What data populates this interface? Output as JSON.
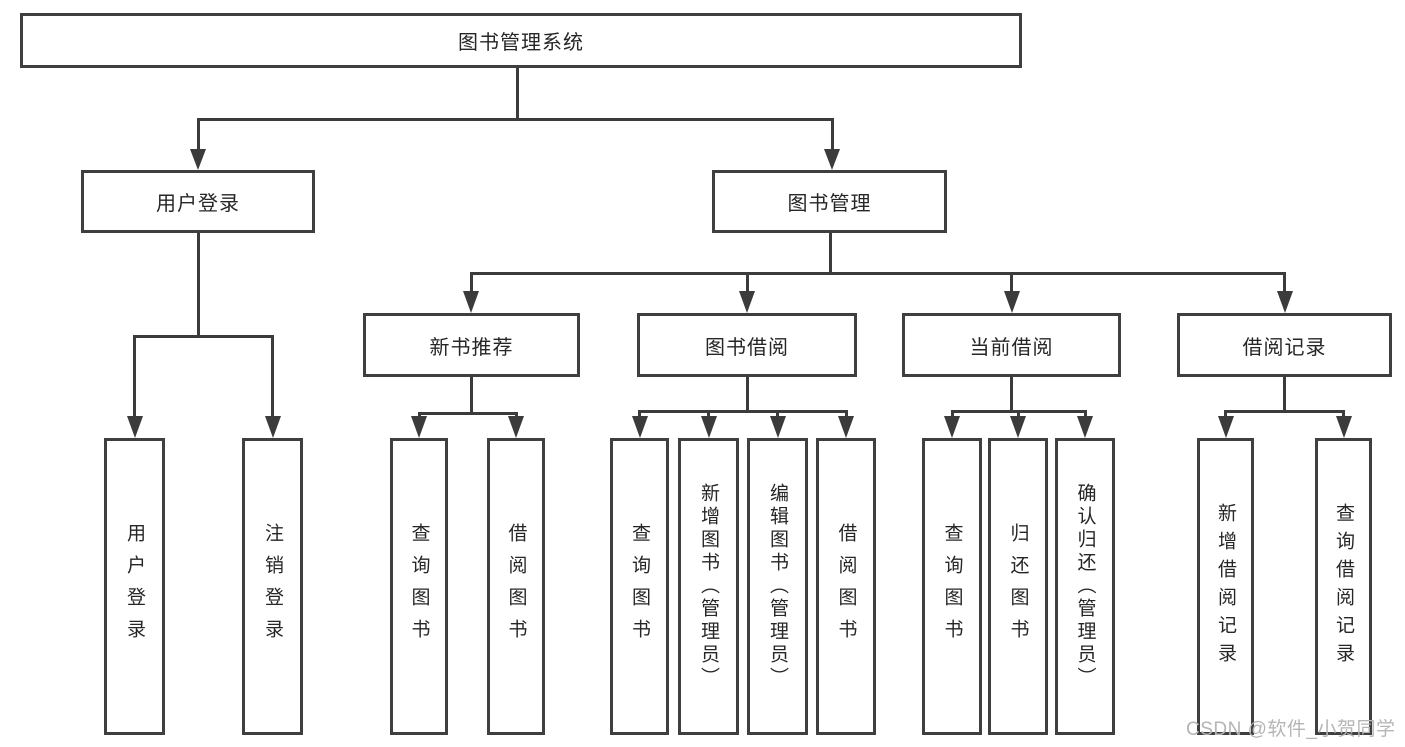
{
  "colors": {
    "line": "#3b3b3b",
    "border": "#3f3f3f",
    "text": "#262626",
    "watermark": "#b5b5b5",
    "bg": "#ffffff"
  },
  "diagram": {
    "type": "tree",
    "root": {
      "label": "图书管理系统"
    },
    "level2": [
      {
        "label": "用户登录",
        "parent": "图书管理系统"
      },
      {
        "label": "图书管理",
        "parent": "图书管理系统"
      }
    ],
    "level3": [
      {
        "label": "新书推荐",
        "parent": "图书管理"
      },
      {
        "label": "图书借阅",
        "parent": "图书管理"
      },
      {
        "label": "当前借阅",
        "parent": "图书管理"
      },
      {
        "label": "借阅记录",
        "parent": "图书管理"
      }
    ],
    "leaves": [
      {
        "label": "用户登录",
        "parent": "用户登录"
      },
      {
        "label": "注销登录",
        "parent": "用户登录"
      },
      {
        "label": "查询图书",
        "parent": "新书推荐"
      },
      {
        "label": "借阅图书",
        "parent": "新书推荐"
      },
      {
        "label": "查询图书",
        "parent": "图书借阅"
      },
      {
        "label": "新增图书（管理员）",
        "parent": "图书借阅"
      },
      {
        "label": "编辑图书（管理员）",
        "parent": "图书借阅"
      },
      {
        "label": "借阅图书",
        "parent": "图书借阅"
      },
      {
        "label": "查询图书",
        "parent": "当前借阅"
      },
      {
        "label": "归还图书",
        "parent": "当前借阅"
      },
      {
        "label": "确认归还（管理员）",
        "parent": "当前借阅"
      },
      {
        "label": "新增借阅记录",
        "parent": "借阅记录"
      },
      {
        "label": "查询借阅记录",
        "parent": "借阅记录"
      }
    ]
  },
  "watermark": {
    "text": "CSDN @软件_小贺同学"
  }
}
